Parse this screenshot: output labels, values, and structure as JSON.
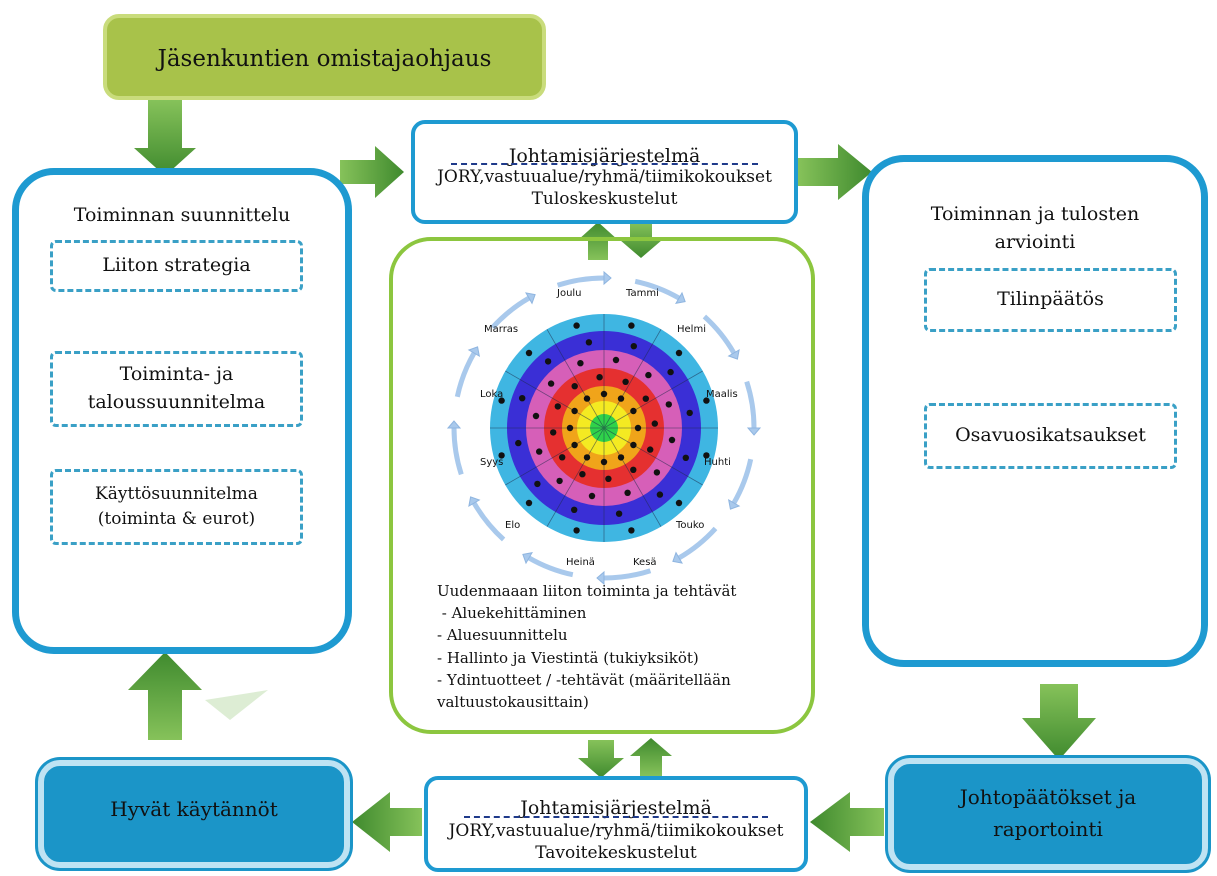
{
  "top_box": {
    "title": "Jäsenkuntien omistajaohjaus"
  },
  "top_mgmt": {
    "title": "Johtamisjärjestelmä",
    "line2": "JORY,vastuualue/ryhmä/tiimikokoukset",
    "line3": "Tuloskeskustelut"
  },
  "bottom_mgmt": {
    "title": "Johtamisjärjestelmä",
    "line2": "JORY,vastuualue/ryhmä/tiimikokoukset",
    "line3": "Tavoitekeskustelut"
  },
  "planning": {
    "title": "Toiminnan suunnittelu",
    "items": [
      {
        "line1": "Liiton strategia",
        "line2": ""
      },
      {
        "line1": "Toiminta- ja",
        "line2": "taloussuunnitelma"
      },
      {
        "line1": "Käyttösuunnitelma",
        "line2": "(toiminta & eurot)"
      }
    ]
  },
  "evaluation": {
    "title_line1": "Toiminnan ja tulosten",
    "title_line2": "arviointi",
    "items": [
      "Tilinpäätös",
      "Osavuosikatsaukset"
    ]
  },
  "good_practices": {
    "label": "Hyvät käytännöt"
  },
  "conclusions": {
    "line1": "Johtopäätökset ja",
    "line2": "raportointi"
  },
  "center": {
    "months": [
      "Tammi",
      "Helmi",
      "Maalis",
      "Huhti",
      "Touko",
      "Kesä",
      "Heinä",
      "Elo",
      "Syys",
      "Loka",
      "Marras",
      "Joulu"
    ],
    "heading": "Uudenmaaan liiton toiminta ja tehtävät",
    "lines": [
      " - Aluekehittäminen",
      "- Aluesuunnittelu",
      "- Hallinto ja Viestintä (tukiyksiköt)",
      "- Ydintuotteet / -tehtävät (määritellään",
      "valtuustokausittain)"
    ]
  },
  "colors": {
    "green_box": "#a8c24a",
    "blue_box": "#1b95c8",
    "border_blue": "#1e9ad1",
    "border_green": "#8cc63f",
    "arrow_green": "#5a9e3a",
    "dash_blue": "#3aa0c6"
  }
}
